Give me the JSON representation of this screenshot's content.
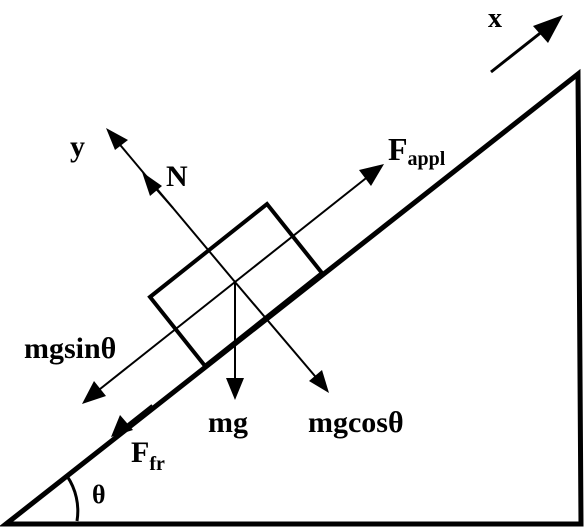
{
  "labels": {
    "x_axis": "x",
    "y_axis": "y",
    "normal": "N",
    "applied_main": "F",
    "applied_sub": "appl",
    "sin_component": "mgsinθ",
    "weight": "mg",
    "cos_component": "mgcosθ",
    "friction_main": "F",
    "friction_sub": "fr",
    "angle": "θ"
  },
  "colors": {
    "stroke": "#000000",
    "background": "#ffffff"
  }
}
